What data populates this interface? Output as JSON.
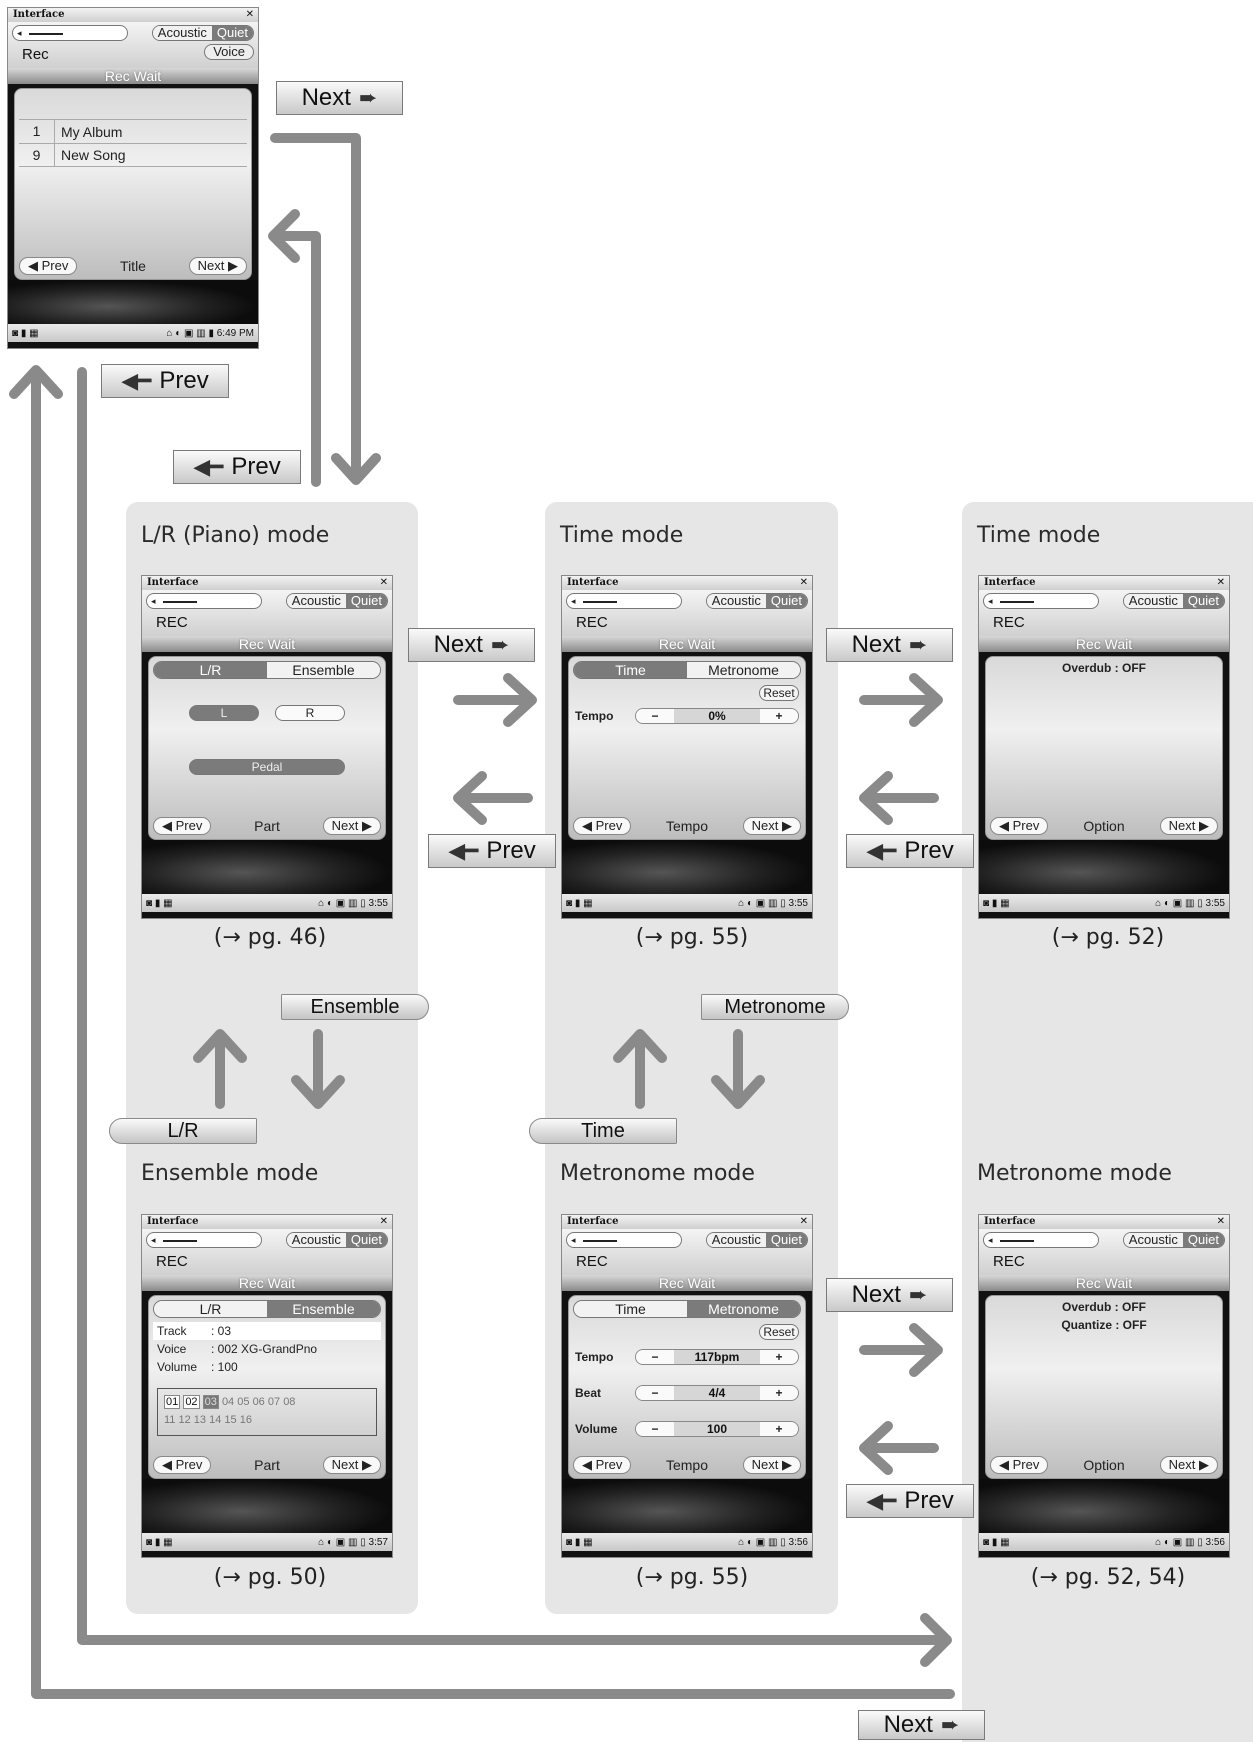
{
  "top_screen": {
    "window_title": "Interface",
    "acoustic": "Acoustic",
    "quiet": "Quiet",
    "mode": "Rec",
    "voice": "Voice",
    "rec_wait": "Rec Wait",
    "list": [
      {
        "num": "1",
        "text": "My Album"
      },
      {
        "num": "9",
        "text": "New Song"
      }
    ],
    "prev": "Prev",
    "center": "Title",
    "next": "Next",
    "time": "6:49 PM"
  },
  "buttons": {
    "next": "Next",
    "prev": "Prev",
    "ensemble": "Ensemble",
    "lr": "L/R",
    "metronome": "Metronome",
    "time": "Time"
  },
  "panels": [
    {
      "title": "L/R (Piano) mode",
      "page": "(→ pg. 46)"
    },
    {
      "title": "Time mode",
      "page": "(→ pg. 55)"
    },
    {
      "title": "Time mode",
      "page": "(→ pg. 52)"
    },
    {
      "title": "Ensemble mode",
      "page": "(→ pg. 50)"
    },
    {
      "title": "Metronome mode",
      "page": "(→ pg. 55)"
    },
    {
      "title": "Metronome mode",
      "page": "(→ pg. 52, 54)"
    }
  ],
  "screens": {
    "common": {
      "window_title": "Interface",
      "acoustic": "Acoustic",
      "quiet": "Quiet",
      "mode": "REC",
      "rec_wait": "Rec Wait",
      "prev": "Prev",
      "next": "Next"
    },
    "lr": {
      "tab1": "L/R",
      "tab2": "Ensemble",
      "l": "L",
      "r": "R",
      "pedal": "Pedal",
      "center": "Part",
      "time": "3:55"
    },
    "time": {
      "tab1": "Time",
      "tab2": "Metronome",
      "reset": "Reset",
      "tempo_label": "Tempo",
      "minus": "−",
      "plus": "+",
      "tempo_val": "0%",
      "center": "Tempo",
      "time": "3:55"
    },
    "option1": {
      "overdub": "Overdub : OFF",
      "center": "Option",
      "time": "3:55"
    },
    "ensemble": {
      "tab1": "L/R",
      "tab2": "Ensemble",
      "track_k": "Track",
      "track_v": ": 03",
      "voice_k": "Voice",
      "voice_v": ": 002 XG-GrandPno",
      "volume_k": "Volume",
      "volume_v": ": 100",
      "grid_row1": [
        "01",
        "02",
        "03",
        "04",
        "05",
        "06",
        "07",
        "08"
      ],
      "grid_row2": [
        "11",
        "12",
        "13",
        "14",
        "15",
        "16"
      ],
      "center": "Part",
      "time": "3:57"
    },
    "metronome": {
      "tab1": "Time",
      "tab2": "Metronome",
      "reset": "Reset",
      "tempo_label": "Tempo",
      "tempo_val": "117bpm",
      "beat_label": "Beat",
      "beat_val": "4/4",
      "volume_label": "Volume",
      "volume_val": "100",
      "minus": "−",
      "plus": "+",
      "center": "Tempo",
      "time": "3:56"
    },
    "option2": {
      "overdub": "Overdub : OFF",
      "quantize": "Quantize : OFF",
      "center": "Option",
      "time": "3:56"
    }
  }
}
